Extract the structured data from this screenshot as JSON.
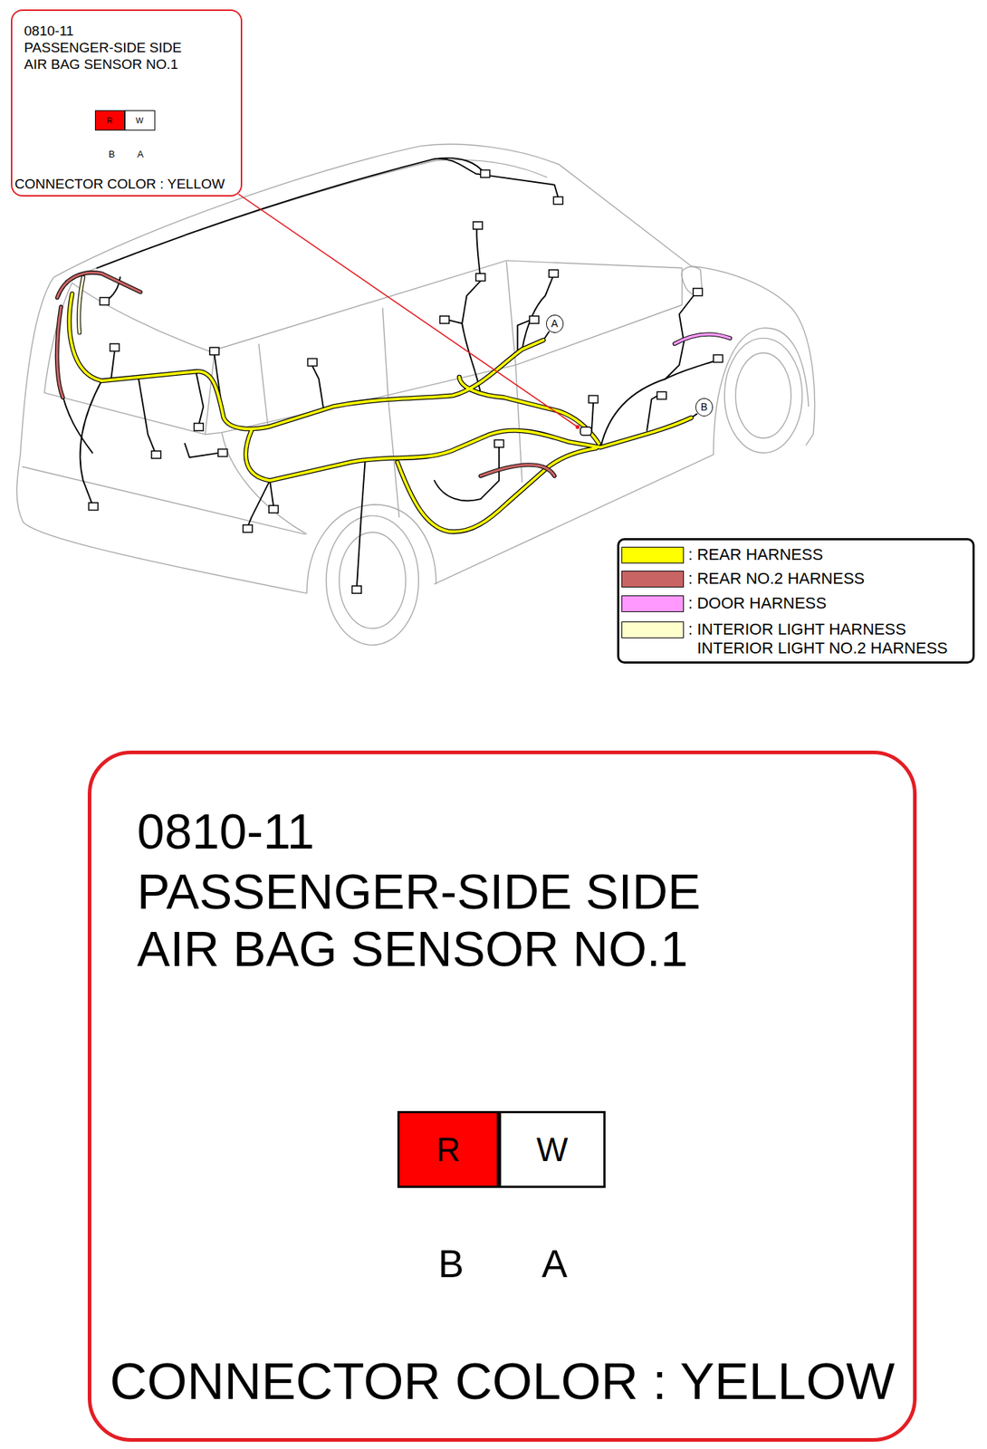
{
  "diagram": {
    "nodes": [
      {
        "text": [
          "0810-11",
          "PASSENGER-SIDE SIDE AIR BAG SENSOR NO.1",
          "CONNECTOR COLOR : YELLOW"
        ]
      },
      {
        "text": [
          "R"
        ],
        "in": 0
      },
      {
        "text": [
          "W"
        ],
        "in": 0
      },
      {
        "text": [
          "A"
        ]
      },
      {
        "text": [
          "B"
        ]
      },
      {
        "text": [
          "0810-11",
          "PASSENGER-SIDE SIDE AIR BAG SENSOR NO.1",
          "CONNECTOR COLOR : YELLOW"
        ]
      },
      {
        "text": [
          "R"
        ],
        "in": 5
      },
      {
        "text": [
          "W"
        ],
        "in": 5
      }
    ],
    "labels": [
      "B",
      "A",
      "B",
      "A"
    ],
    "legend": [
      {
        "text": ": REAR HARNESS",
        "color": "#ffff00"
      },
      {
        "text": ": REAR NO.2 HARNESS",
        "color": "#c86464"
      },
      {
        "text": ": DOOR HARNESS",
        "color": "#ff99ff"
      },
      {
        "text": ": INTERIOR LIGHT HARNESS INTERIOR LIGHT NO.2 HARNESS",
        "color": "#ffffcc"
      }
    ]
  }
}
